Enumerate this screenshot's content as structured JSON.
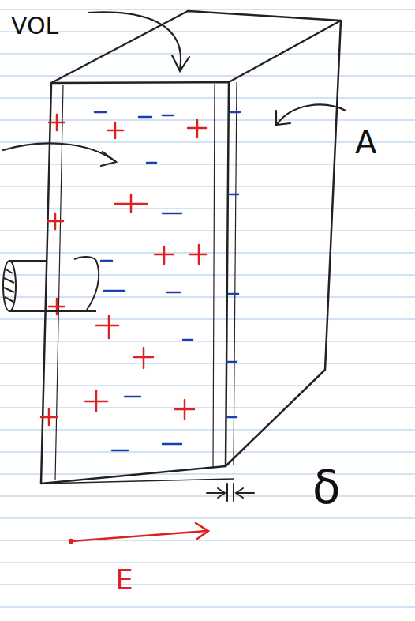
{
  "diagram": {
    "labels": [
      "VOL",
      "A",
      "δ",
      "E"
    ]
  }
}
